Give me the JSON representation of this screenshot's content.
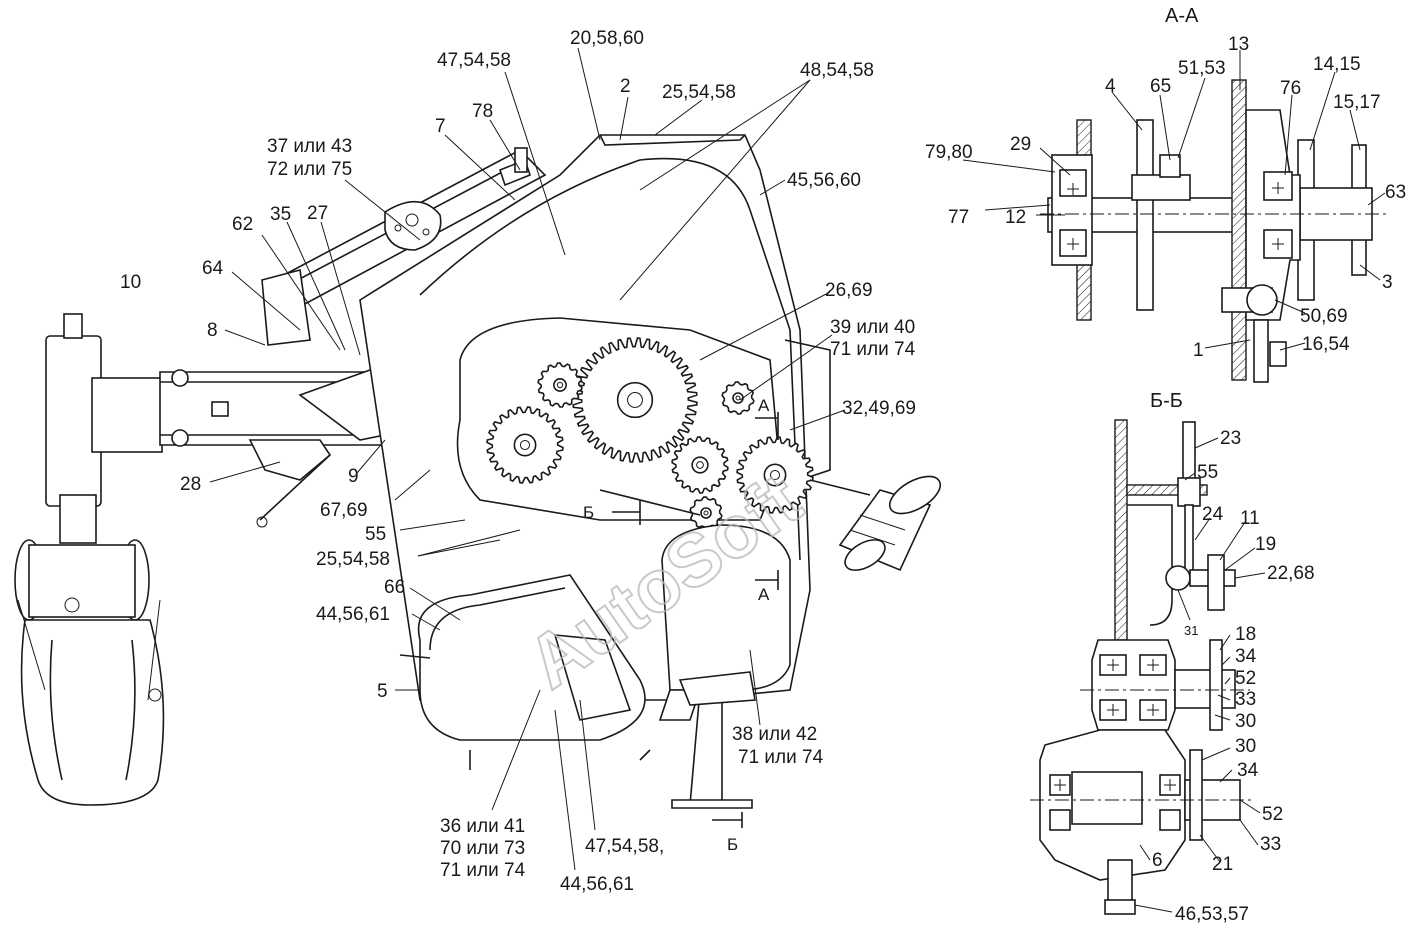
{
  "section_titles": {
    "aa": "А-А",
    "bb": "Б-Б"
  },
  "section_markers": {
    "a_upper": "А",
    "a_lower": "А",
    "b_mid": "Б",
    "b_bottom": "Б"
  },
  "watermark": "AutoSoft",
  "callouts_main": [
    "20,58,60",
    "47,54,58",
    "2",
    "25,54,58",
    "48,54,58",
    "7",
    "78",
    "37 или 43",
    "72 или 75",
    "45,56,60",
    "62",
    "35",
    "27",
    "64",
    "10",
    "26,69",
    "39 или 40",
    "71 или 74",
    "8",
    "32,49,69",
    "28",
    "9",
    "67,69",
    "55",
    "25,54,58",
    "66",
    "44,56,61",
    "5",
    "38 или 42",
    "71 или 74",
    "36 или 41",
    "70 или 73",
    "71 или 74",
    "47,54,58,",
    "44,56,61"
  ],
  "callouts_aa": [
    "4",
    "65",
    "51,53",
    "13",
    "76",
    "14,15",
    "15,17",
    "29",
    "79,80",
    "63",
    "77",
    "12",
    "3",
    "50,69",
    "1",
    "16,54"
  ],
  "callouts_bb": [
    "23",
    "55",
    "24",
    "11",
    "19",
    "22,68",
    "31",
    "18",
    "34",
    "52",
    "33",
    "30",
    "30",
    "34",
    "52",
    "33",
    "6",
    "21",
    "46,53,57"
  ]
}
